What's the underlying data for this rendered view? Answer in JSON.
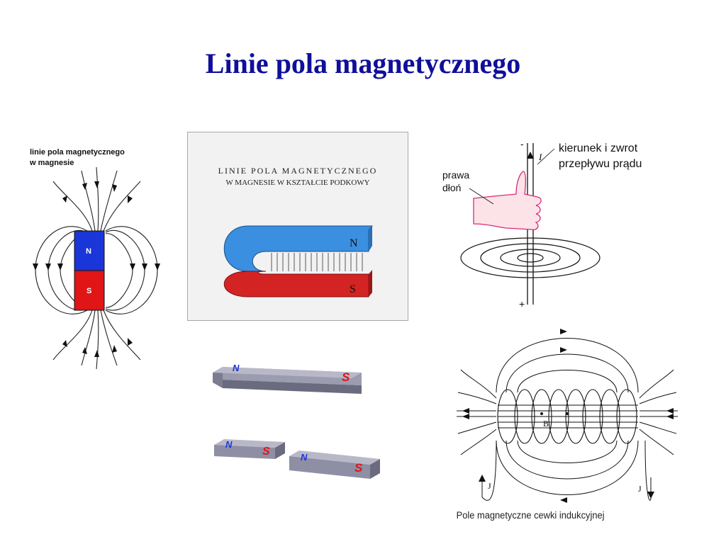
{
  "slide": {
    "title": "Linie pola magnetycznego"
  },
  "bar_magnet": {
    "caption_line1": "linie pola magnetycznego",
    "caption_line2": "w magnesie",
    "north": "N",
    "south": "S",
    "colors": {
      "north": "#1a35d8",
      "south": "#e01515"
    }
  },
  "horseshoe": {
    "caption_line1": "LINIE POLA MAGNETYCZNEGO",
    "caption_line2": "W MAGNESIE W KSZTAŁCIE PODKOWY",
    "north": "N",
    "south": "S",
    "colors": {
      "north": "#3a8fe0",
      "south": "#d42323"
    }
  },
  "right_hand": {
    "minus": "-",
    "plus": "+",
    "current_symbol": "I",
    "label_hand_line1": "prawa",
    "label_hand_line2": "dłoń",
    "label_current_line1": "kierunek i zwrot",
    "label_current_line2": "przepływu prądu"
  },
  "broken_magnets": {
    "whole": {
      "north": "N",
      "south": "S"
    },
    "left_piece": {
      "north": "N",
      "south": "S"
    },
    "right_piece": {
      "north": "N",
      "south": "S"
    }
  },
  "coil": {
    "field_label": "B",
    "current_left": "J",
    "current_right": "J",
    "caption": "Pole magnetyczne cewki indukcyjnej"
  }
}
